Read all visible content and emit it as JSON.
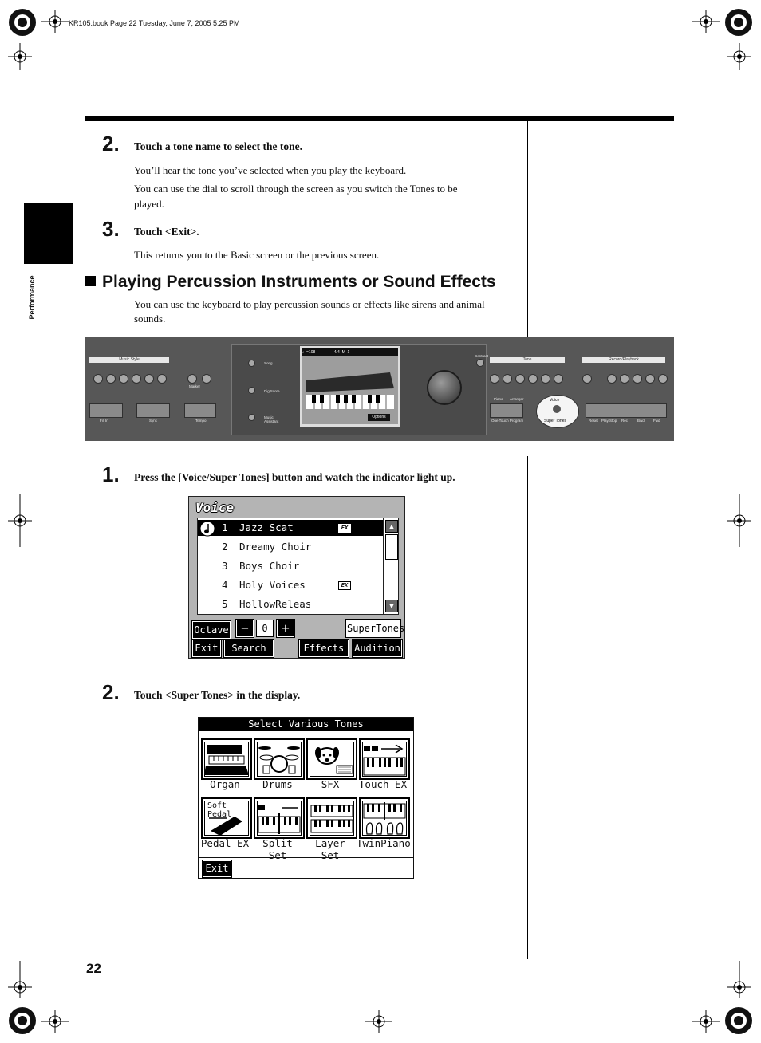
{
  "header": {
    "file_info": "KR105.book  Page 22  Tuesday, June 7, 2005  5:25 PM"
  },
  "side_tab": {
    "label": "Performance"
  },
  "steps_top": [
    {
      "number": "2.",
      "title": "Touch a tone name to select the tone.",
      "paragraphs": [
        "You’ll hear the tone you’ve selected when you play the keyboard.",
        "You can use the dial to scroll through the screen as you switch the Tones to be",
        "played."
      ]
    },
    {
      "number": "3.",
      "title": "Touch <Exit>.",
      "paragraphs": [
        "This returns you to the Basic screen or the previous screen."
      ]
    }
  ],
  "section": {
    "heading": "Playing Percussion Instruments or Sound Effects",
    "intro_line1": "You can use the keyboard to play percussion sounds or effects like sirens and animal",
    "intro_line2": "sounds."
  },
  "panel": {
    "music_style": "Music Style",
    "tone": "Tone",
    "record_playback": "Record/Playback",
    "marker": "Marker",
    "tempo": "Tempo",
    "fill_in": "Fill In",
    "sync": "Sync",
    "song": "Song",
    "digiscore": "DigiScore",
    "music_assistant": "Music Assistant",
    "screen_header": "♩=108                 4/4  M  1",
    "options": "Options",
    "voice": "Voice",
    "super_tones": "Super Tones",
    "one_touch": "One Touch Program",
    "piano": "Piano",
    "arranger": "Arranger",
    "contrast": "Contrast",
    "transport": [
      "Reset",
      "Play/Stop",
      "Rec",
      "Bwd",
      "Fwd"
    ]
  },
  "steps_bottom": [
    {
      "number": "1.",
      "title": "Press the [Voice/Super Tones] button and watch the indicator light up."
    },
    {
      "number": "2.",
      "title": "Touch <Super Tones> in the display."
    }
  ],
  "voice_screen": {
    "title": "Voice",
    "items": [
      {
        "no": "1",
        "name": "Jazz Scat",
        "ex": "EX"
      },
      {
        "no": "2",
        "name": "Dreamy Choir",
        "ex": ""
      },
      {
        "no": "3",
        "name": "Boys Choir",
        "ex": ""
      },
      {
        "no": "4",
        "name": "Holy Voices",
        "ex": "EX"
      },
      {
        "no": "5",
        "name": "HollowReleas",
        "ex": ""
      }
    ],
    "octave_label": "Octave",
    "minus": "−",
    "octave_value": "0",
    "plus": "+",
    "super_tones_button": "SuperTones",
    "exit": "Exit",
    "search": "Search",
    "effects": "Effects",
    "audition": "Audition"
  },
  "super_tones_screen": {
    "title": "Select Various Tones",
    "tiles": [
      "Organ",
      "Drums",
      "SFX",
      "Touch EX",
      "Pedal EX",
      "Split Set",
      "Layer Set",
      "TwinPiano"
    ],
    "soft_pedal": "Soft Pedal",
    "exit": "Exit"
  },
  "page_number": "22"
}
